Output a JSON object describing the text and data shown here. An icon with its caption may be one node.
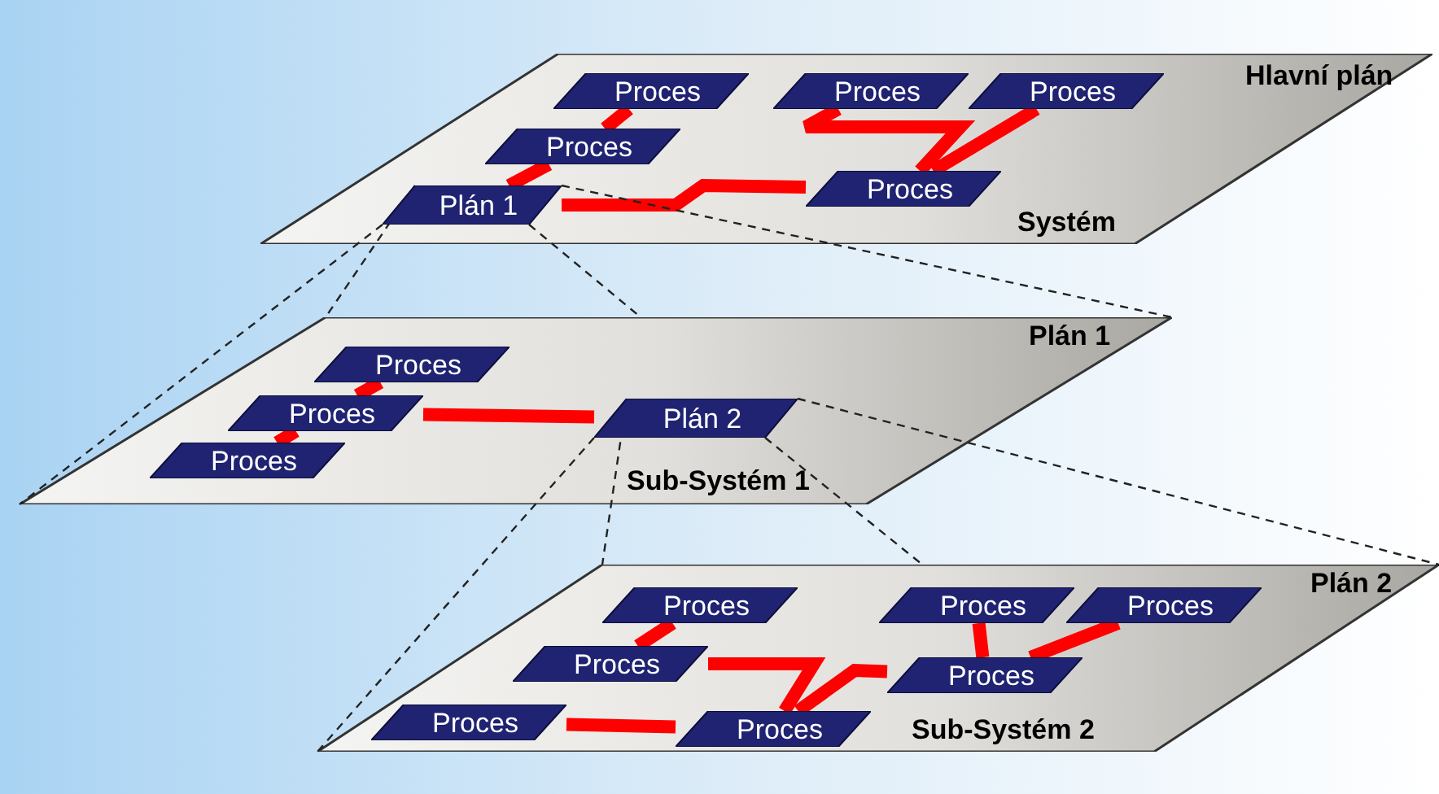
{
  "diagram": {
    "nodes": [
      {
        "text": [
          "Hlavní plán",
          "Systém"
        ]
      },
      {
        "text": [
          "Proces"
        ],
        "in": 0
      },
      {
        "text": [
          "Proces"
        ],
        "in": 0
      },
      {
        "text": [
          "Proces"
        ],
        "in": 0
      },
      {
        "text": [
          "Proces"
        ],
        "in": 0
      },
      {
        "text": [
          "Plán 1"
        ],
        "in": 0
      },
      {
        "text": [
          "Proces"
        ],
        "in": 0
      },
      {
        "text": [
          "Plán 1",
          "Sub-Systém 1"
        ]
      },
      {
        "text": [
          "Proces"
        ],
        "in": 7
      },
      {
        "text": [
          "Proces"
        ],
        "in": 7
      },
      {
        "text": [
          "Plán 2"
        ],
        "in": 7
      },
      {
        "text": [
          "Proces"
        ],
        "in": 7
      },
      {
        "text": [
          "Plán 2",
          "Sub-Systém 2"
        ]
      },
      {
        "text": [
          "Proces"
        ],
        "in": 12
      },
      {
        "text": [
          "Proces"
        ],
        "in": 12
      },
      {
        "text": [
          "Proces"
        ],
        "in": 12
      },
      {
        "text": [
          "Proces"
        ],
        "in": 12
      },
      {
        "text": [
          "Proces"
        ],
        "in": 12
      },
      {
        "text": [
          "Proces"
        ],
        "in": 12
      },
      {
        "text": [
          "Proces"
        ],
        "in": 12
      }
    ],
    "edges": [
      {
        "from": 1,
        "to": 4,
        "arrow": "none"
      },
      {
        "from": 4,
        "to": 5,
        "arrow": "none"
      },
      {
        "from": 5,
        "to": 6,
        "arrow": "none"
      },
      {
        "from": 2,
        "to": 6,
        "arrow": "none"
      },
      {
        "from": 3,
        "to": 6,
        "arrow": "none"
      },
      {
        "from": 8,
        "to": 9,
        "arrow": "none"
      },
      {
        "from": 9,
        "to": 11,
        "arrow": "none"
      },
      {
        "from": 9,
        "to": 10,
        "arrow": "none"
      },
      {
        "from": 13,
        "to": 16,
        "arrow": "none"
      },
      {
        "from": 16,
        "to": 19,
        "arrow": "none"
      },
      {
        "from": 18,
        "to": 19,
        "arrow": "none"
      },
      {
        "from": 19,
        "to": 17,
        "arrow": "none"
      },
      {
        "from": 14,
        "to": 17,
        "arrow": "none"
      },
      {
        "from": 15,
        "to": 17,
        "arrow": "none"
      },
      {
        "from": 5,
        "to": 7,
        "arrow": "none",
        "style": "dashed",
        "color": "#222222"
      },
      {
        "from": 5,
        "to": 7,
        "arrow": "none",
        "style": "dashed",
        "color": "#222222"
      },
      {
        "from": 5,
        "to": 7,
        "arrow": "none",
        "style": "dashed",
        "color": "#222222"
      },
      {
        "from": 5,
        "to": 7,
        "arrow": "none",
        "style": "dashed",
        "color": "#222222"
      },
      {
        "from": 10,
        "to": 12,
        "arrow": "none",
        "style": "dashed",
        "color": "#222222"
      },
      {
        "from": 10,
        "to": 12,
        "arrow": "none",
        "style": "dashed",
        "color": "#222222"
      },
      {
        "from": 10,
        "to": 12,
        "arrow": "none",
        "style": "dashed",
        "color": "#222222"
      },
      {
        "from": 10,
        "to": 12,
        "arrow": "none",
        "style": "dashed",
        "color": "#222222"
      }
    ]
  }
}
